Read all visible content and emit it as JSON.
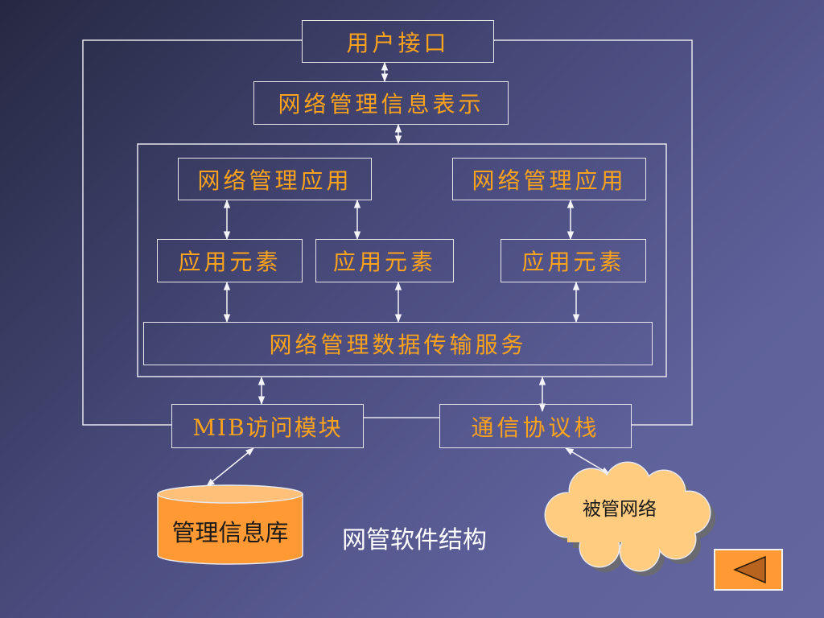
{
  "diagram": {
    "user_interface": "用户接口",
    "nm_info_presentation": "网络管理信息表示",
    "nm_application_left": "网络管理应用",
    "nm_application_right": "网络管理应用",
    "app_element_1": "应用元素",
    "app_element_2": "应用元素",
    "app_element_3": "应用元素",
    "nm_data_transfer_service": "网络管理数据传输服务",
    "mib_access_module": "MIB访问模块",
    "comm_protocol_stack": "通信协议栈",
    "mib_database": "管理信息库",
    "managed_network": "被管网络",
    "caption": "网管软件结构"
  },
  "colors": {
    "box_text": "#ffa21c",
    "line": "#e6e6ec",
    "database_fill": "#ff9933",
    "cloud_fill": "#ffcc80",
    "nav_button_fill": "#ff9933",
    "nav_arrow_fill": "#b8641e"
  },
  "nav": {
    "back_icon": "left-triangle-icon"
  }
}
